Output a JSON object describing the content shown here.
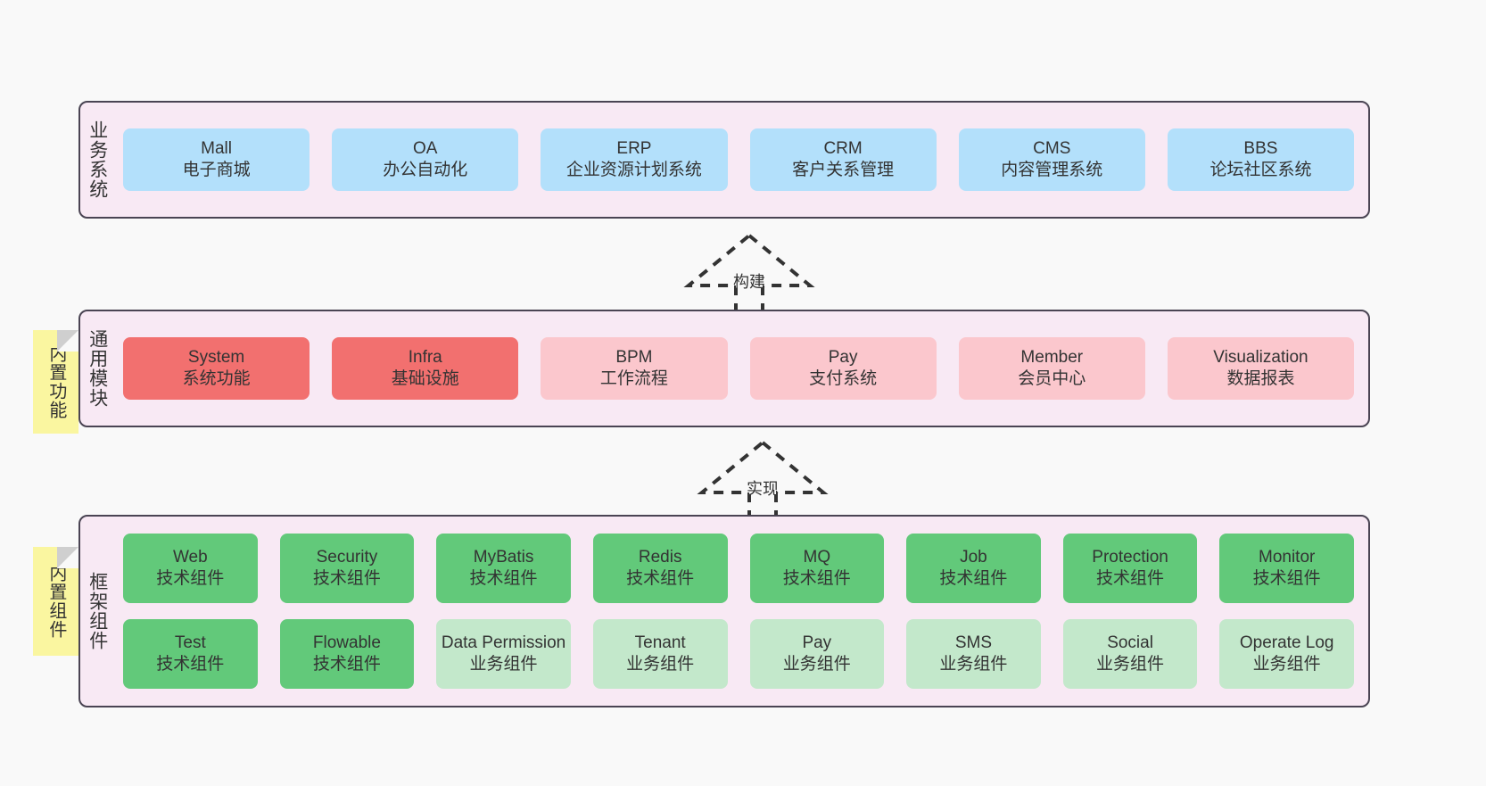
{
  "diagram": {
    "background_color": "#f9f9f9",
    "layer_fill": "#f8e9f4",
    "layer_border": "#4a4453",
    "note_fill": "#faf6a0"
  },
  "layers": [
    {
      "id": "business-system",
      "label": "业务系统",
      "rows": [
        {
          "cards": [
            {
              "title": "Mall",
              "sub": "电子商城",
              "color": "#b3e0fb",
              "variant": "c-blue"
            },
            {
              "title": "OA",
              "sub": "办公自动化",
              "color": "#b3e0fb",
              "variant": "c-blue"
            },
            {
              "title": "ERP",
              "sub": "企业资源计划系统",
              "color": "#b3e0fb",
              "variant": "c-blue"
            },
            {
              "title": "CRM",
              "sub": "客户关系管理",
              "color": "#b3e0fb",
              "variant": "c-blue"
            },
            {
              "title": "CMS",
              "sub": "内容管理系统",
              "color": "#b3e0fb",
              "variant": "c-blue"
            },
            {
              "title": "BBS",
              "sub": "论坛社区系统",
              "color": "#b3e0fb",
              "variant": "c-blue"
            }
          ]
        }
      ]
    },
    {
      "id": "common-module",
      "label": "通用模块",
      "note": "内置功能",
      "rows": [
        {
          "cards": [
            {
              "title": "System",
              "sub": "系统功能",
              "color": "#f2706f",
              "variant": "c-red"
            },
            {
              "title": "Infra",
              "sub": "基础设施",
              "color": "#f2706f",
              "variant": "c-red"
            },
            {
              "title": "BPM",
              "sub": "工作流程",
              "color": "#fbc7cd",
              "variant": "c-pink"
            },
            {
              "title": "Pay",
              "sub": "支付系统",
              "color": "#fbc7cd",
              "variant": "c-pink"
            },
            {
              "title": "Member",
              "sub": "会员中心",
              "color": "#fbc7cd",
              "variant": "c-pink"
            },
            {
              "title": "Visualization",
              "sub": "数据报表",
              "color": "#fbc7cd",
              "variant": "c-pink"
            }
          ]
        }
      ]
    },
    {
      "id": "framework-component",
      "label": "框架组件",
      "note": "内置组件",
      "rows": [
        {
          "cards": [
            {
              "title": "Web",
              "sub": "技术组件",
              "color": "#62c97a",
              "variant": "c-green"
            },
            {
              "title": "Security",
              "sub": "技术组件",
              "color": "#62c97a",
              "variant": "c-green"
            },
            {
              "title": "MyBatis",
              "sub": "技术组件",
              "color": "#62c97a",
              "variant": "c-green"
            },
            {
              "title": "Redis",
              "sub": "技术组件",
              "color": "#62c97a",
              "variant": "c-green"
            },
            {
              "title": "MQ",
              "sub": "技术组件",
              "color": "#62c97a",
              "variant": "c-green"
            },
            {
              "title": "Job",
              "sub": "技术组件",
              "color": "#62c97a",
              "variant": "c-green"
            },
            {
              "title": "Protection",
              "sub": "技术组件",
              "color": "#62c97a",
              "variant": "c-green"
            },
            {
              "title": "Monitor",
              "sub": "技术组件",
              "color": "#62c97a",
              "variant": "c-green"
            }
          ]
        },
        {
          "cards": [
            {
              "title": "Test",
              "sub": "技术组件",
              "color": "#62c97a",
              "variant": "c-green"
            },
            {
              "title": "Flowable",
              "sub": "技术组件",
              "color": "#62c97a",
              "variant": "c-green"
            },
            {
              "title": "Data Permission",
              "sub": "业务组件",
              "color": "#c3e8cb",
              "variant": "c-lightgreen"
            },
            {
              "title": "Tenant",
              "sub": "业务组件",
              "color": "#c3e8cb",
              "variant": "c-lightgreen"
            },
            {
              "title": "Pay",
              "sub": "业务组件",
              "color": "#c3e8cb",
              "variant": "c-lightgreen"
            },
            {
              "title": "SMS",
              "sub": "业务组件",
              "color": "#c3e8cb",
              "variant": "c-lightgreen"
            },
            {
              "title": "Social",
              "sub": "业务组件",
              "color": "#c3e8cb",
              "variant": "c-lightgreen"
            },
            {
              "title": "Operate Log",
              "sub": "业务组件",
              "color": "#c3e8cb",
              "variant": "c-lightgreen"
            }
          ]
        }
      ]
    }
  ],
  "arrows": [
    {
      "id": "build-arrow",
      "label": "构建"
    },
    {
      "id": "implement-arrow",
      "label": "实现"
    }
  ]
}
